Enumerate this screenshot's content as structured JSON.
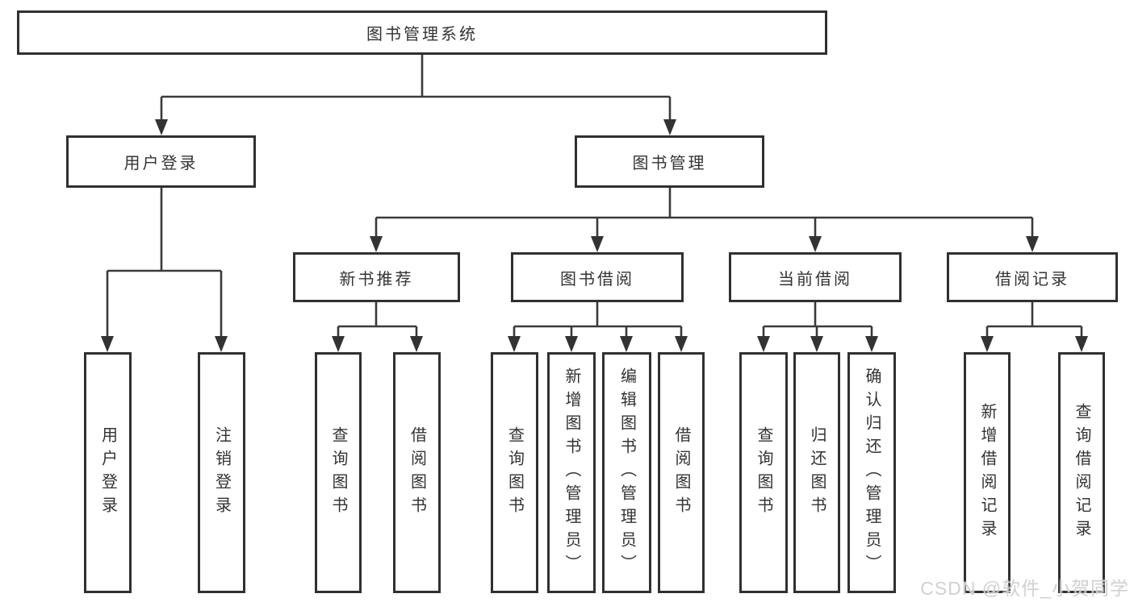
{
  "tree": {
    "root": "图书管理系统",
    "branches": {
      "user_login": "用户登录",
      "book_mgmt": "图书管理"
    },
    "modules": {
      "new_book_rec": "新书推荐",
      "book_borrow": "图书借阅",
      "current_borrow": "当前借阅",
      "borrow_records": "借阅记录"
    },
    "leaves": {
      "user_login": "用户登录",
      "logout": "注销登录",
      "rec_query_book": "查询图书",
      "rec_borrow_book": "借阅图书",
      "bor_query_book": "查询图书",
      "bor_add_book": "新增图书（管理员）",
      "bor_edit_book": "编辑图书（管理员）",
      "bor_borrow_book": "借阅图书",
      "cur_query_book": "查询图书",
      "cur_return_book": "归还图书",
      "cur_confirm_return": "确认归还（管理员）",
      "log_add_record": "新增借阅记录",
      "log_query_record": "查询借阅记录"
    }
  },
  "watermark": {
    "text": "CSDN @软件_小贺同学"
  },
  "colors": {
    "line": "#3a3a3a",
    "border": "#303030",
    "text": "#333333",
    "watermark": "#cdcdcd",
    "background": "#ffffff"
  }
}
